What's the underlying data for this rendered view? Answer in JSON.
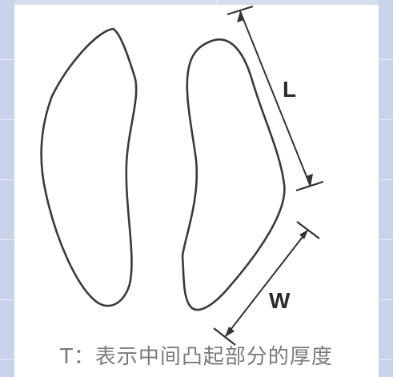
{
  "diagram": {
    "label_length": "L",
    "label_width": "W",
    "caption": "T：表示中间凸起部分的厚度"
  },
  "colors": {
    "outline": "#3a3a3a",
    "side_strip": "#c8d2ea",
    "caption_text": "#7a7a7a"
  }
}
